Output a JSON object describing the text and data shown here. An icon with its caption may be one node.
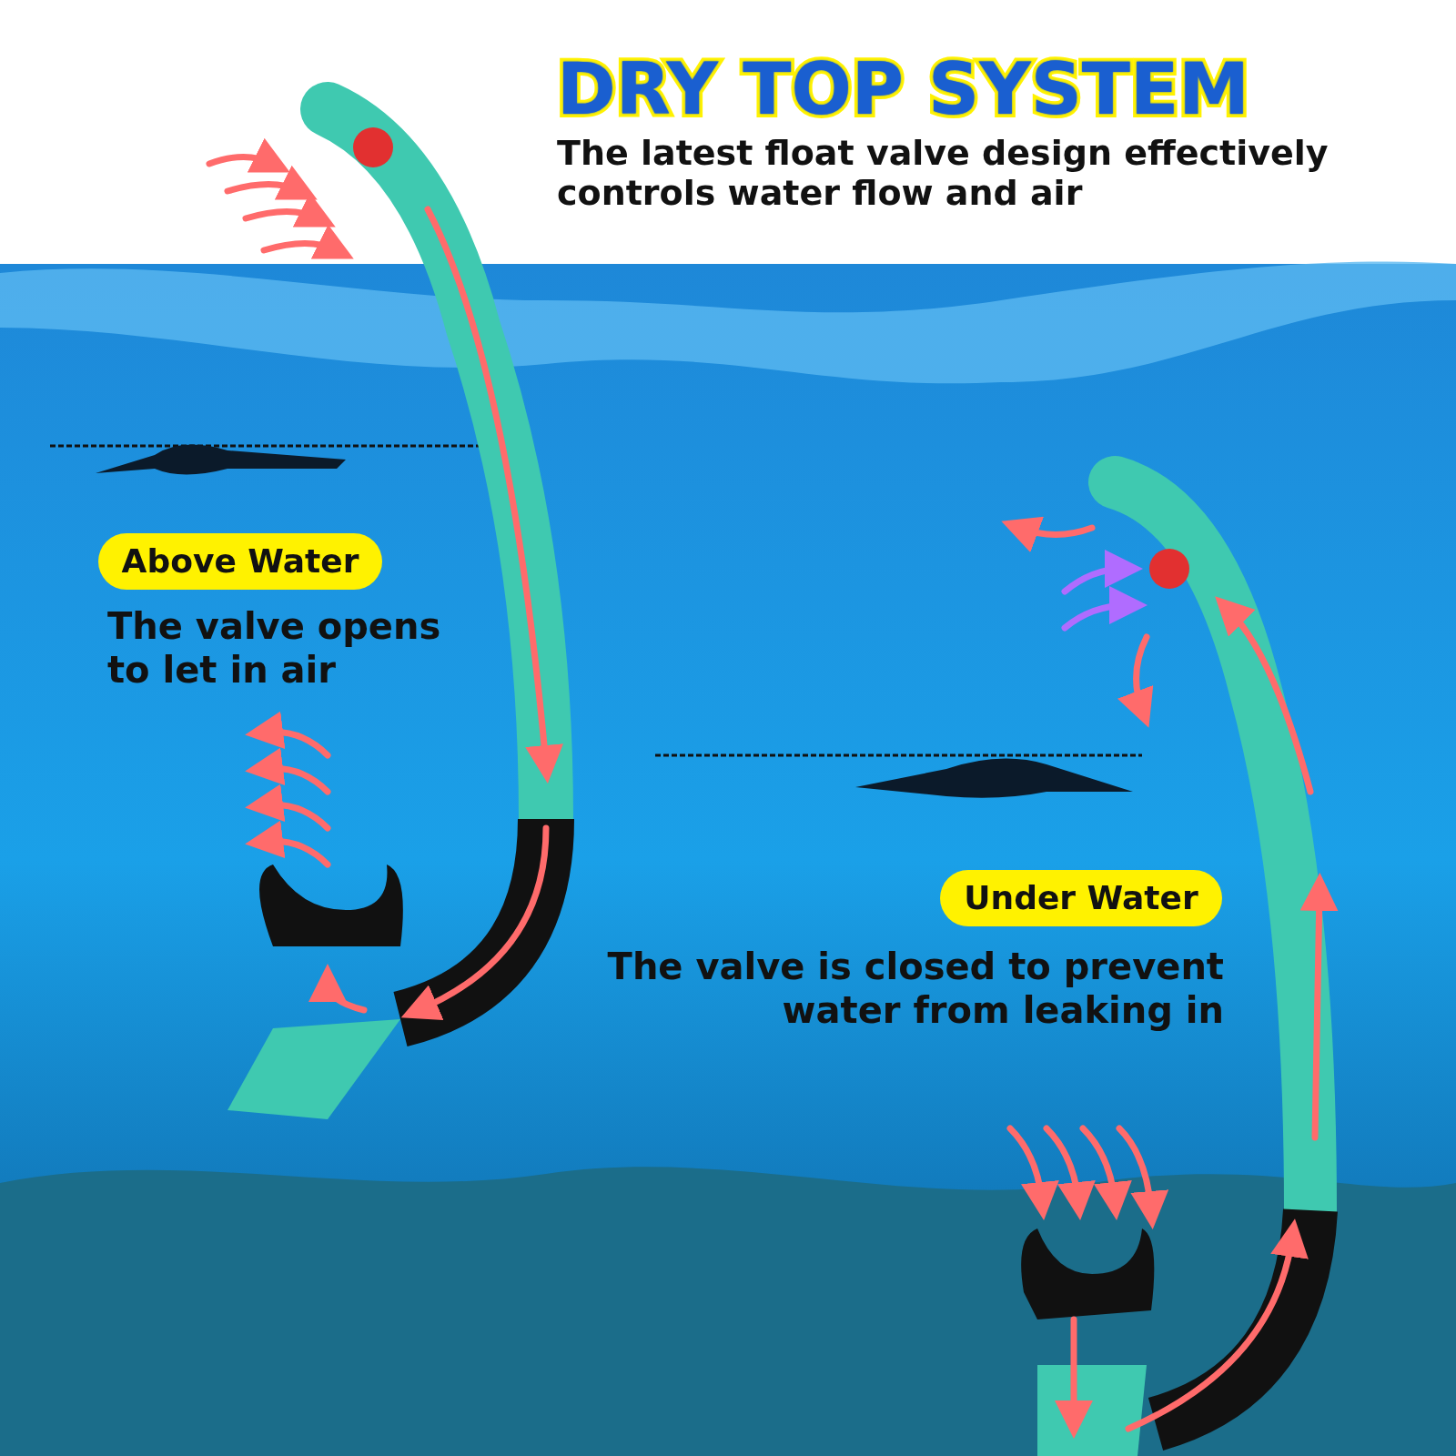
{
  "diagram": {
    "title": "DRY TOP SYSTEM",
    "nodes": [
      {
        "text": [
          "Above Water"
        ]
      },
      {
        "text": [
          "Under Water"
        ]
      }
    ],
    "labels": [
      "The latest float valve design effectively controls water flow and air",
      "The valve opens to let in air",
      "The valve is closed to prevent water from leaking in"
    ]
  }
}
